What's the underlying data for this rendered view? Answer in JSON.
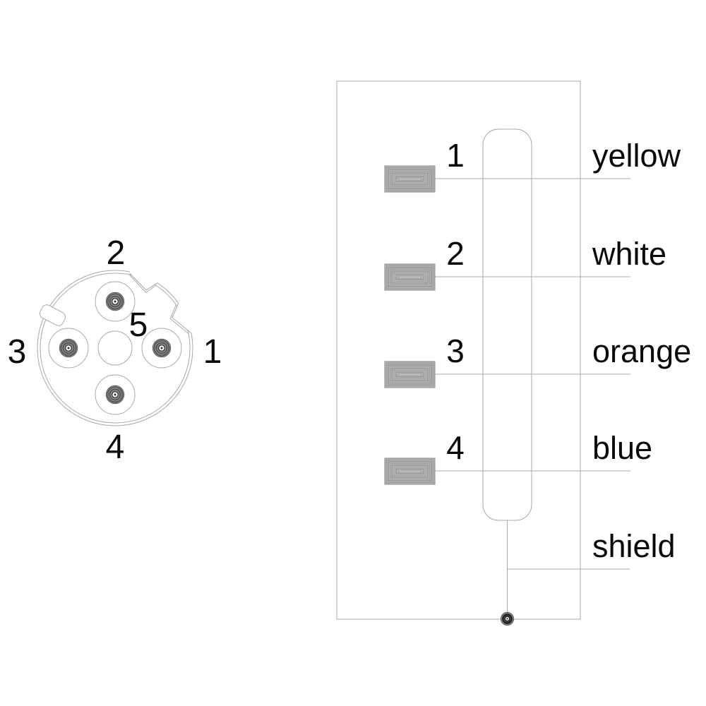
{
  "connector_face": {
    "pin_labels": [
      {
        "position": "right",
        "label": "1"
      },
      {
        "position": "top",
        "label": "2"
      },
      {
        "position": "left",
        "label": "3"
      },
      {
        "position": "bottom",
        "label": "4"
      },
      {
        "position": "center",
        "label": "5"
      }
    ]
  },
  "wiring_diagram": {
    "rows": [
      {
        "pin": "1",
        "wire_color_label": "yellow"
      },
      {
        "pin": "2",
        "wire_color_label": "white"
      },
      {
        "pin": "3",
        "wire_color_label": "orange"
      },
      {
        "pin": "4",
        "wire_color_label": "blue"
      }
    ],
    "shield_label": "shield"
  },
  "colors": {
    "line": "#a9a9a9",
    "text": "#0a0a0a",
    "terminal_fill": "#b4b4b4",
    "terminal_stroke": "#8a8a8a",
    "pin_contact_dark": "#3f3f3f"
  }
}
